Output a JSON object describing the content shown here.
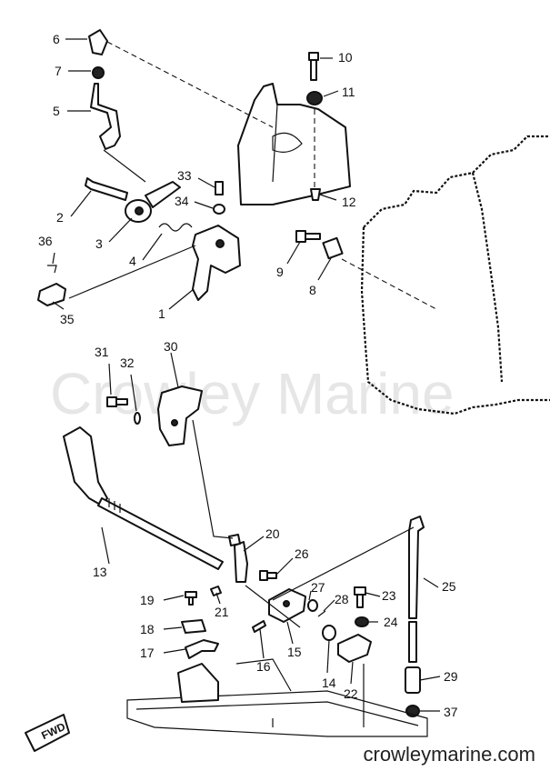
{
  "watermark": "Crowley Marine",
  "site": "crowleymarine.com",
  "direction_badge": "FWD",
  "labels": {
    "p1": "1",
    "p2": "2",
    "p3": "3",
    "p4": "4",
    "p5": "5",
    "p6": "6",
    "p7": "7",
    "p8": "8",
    "p9": "9",
    "p10": "10",
    "p11": "11",
    "p12": "12",
    "p13": "13",
    "p14": "14",
    "p15": "15",
    "p16": "16",
    "p17": "17",
    "p18": "18",
    "p19": "19",
    "p20": "20",
    "p21": "21",
    "p22": "22",
    "p23": "23",
    "p24": "24",
    "p25": "25",
    "p26": "26",
    "p27": "27",
    "p28": "28",
    "p29": "29",
    "p30": "30",
    "p31": "31",
    "p32": "32",
    "p33": "33",
    "p34": "34",
    "p35": "35",
    "p36": "36",
    "p37": "37"
  }
}
